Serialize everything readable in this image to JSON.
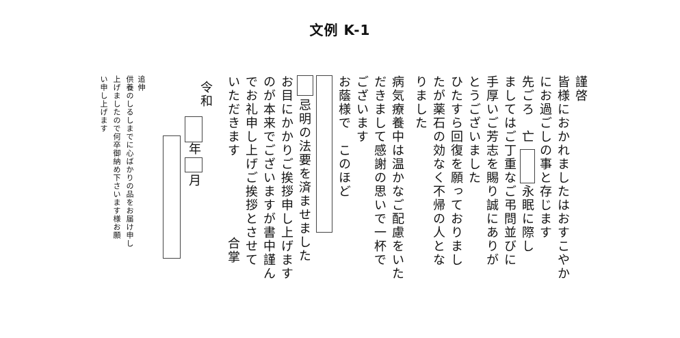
{
  "title": "文例 K-1",
  "letter": {
    "c1": "謹啓",
    "c2": "皆様におかれましたはおすこやか",
    "c3": "にお過ごしの事と存じます",
    "c4a": "先ごろ　亡",
    "c4b": "永眠に際し",
    "c5": "ましてはご丁重なご弔問並びに",
    "c6": "手厚いご芳志を賜り誠にありが",
    "c7": "とうございました",
    "c8": "ひたすら回復を願っておりまし",
    "c9": "たが薬石の効なく不帰の人とな",
    "c10": "りました",
    "c11": "病気療養中は温かなご配慮をいた",
    "c12": "だきまして感謝の思いで一杯で",
    "c13": "ございます",
    "c14": "お蔭様で　このほど",
    "c15": "忌明の法要を済ませました",
    "c16": "お目にかかりご挨拶申し上げます",
    "c17": "のが本来でございますが書中謹ん",
    "c18": "でお礼申し上げご挨拶とさせて",
    "c19": "いただきます",
    "c20": "合掌",
    "date_era": "令和",
    "date_year": "年",
    "date_month": "月"
  },
  "postscript": {
    "p1": "追伸",
    "p2": "供養のしるしまでに心ばかりの品をお届け申し",
    "p3": "上げましたので何卒御納め下さいます様お願",
    "p4": "い申し上げます"
  }
}
